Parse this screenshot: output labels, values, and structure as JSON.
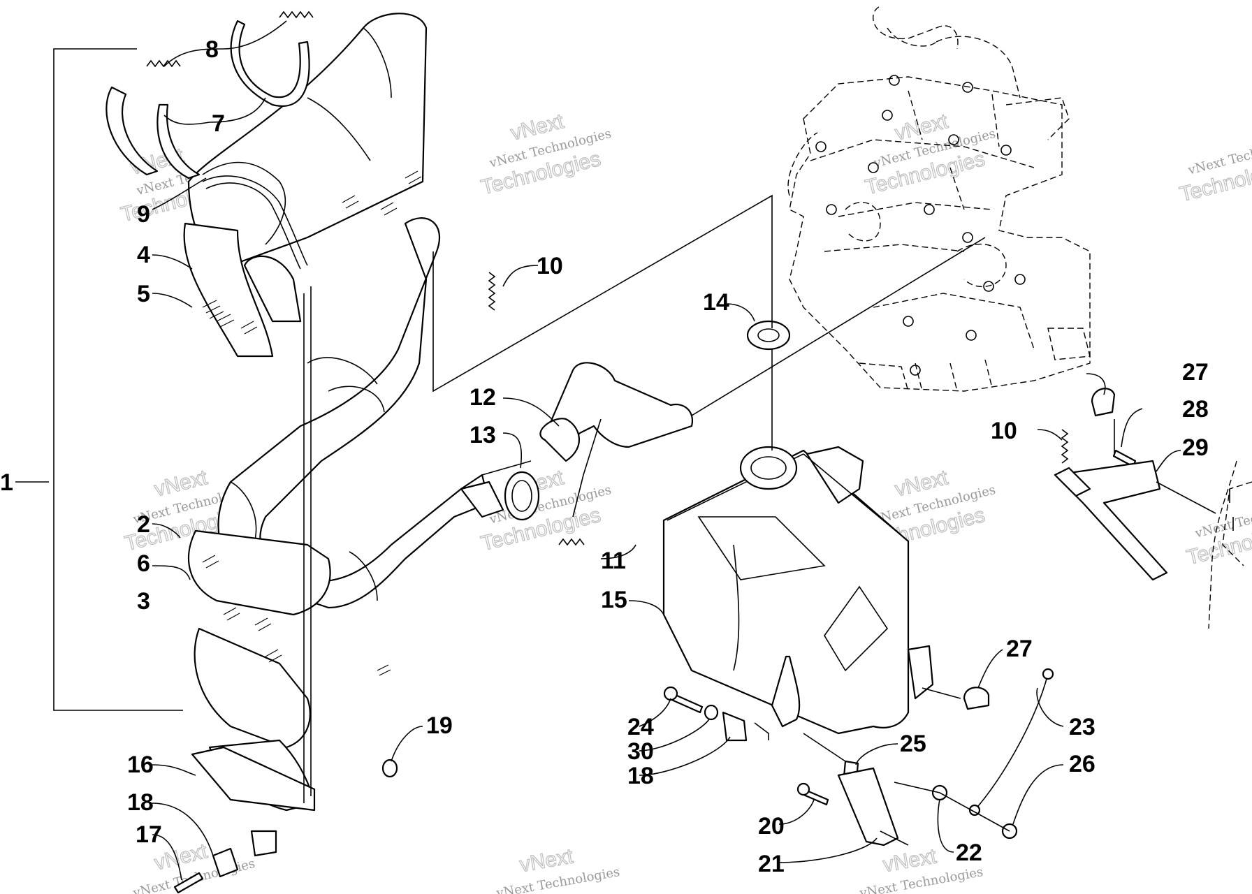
{
  "callouts": [
    {
      "id": "c1",
      "label": "1"
    },
    {
      "id": "c2",
      "label": "2"
    },
    {
      "id": "c3",
      "label": "3"
    },
    {
      "id": "c4",
      "label": "4"
    },
    {
      "id": "c5",
      "label": "5"
    },
    {
      "id": "c6",
      "label": "6"
    },
    {
      "id": "c7",
      "label": "7"
    },
    {
      "id": "c8",
      "label": "8"
    },
    {
      "id": "c9",
      "label": "9"
    },
    {
      "id": "c10a",
      "label": "10"
    },
    {
      "id": "c10b",
      "label": "10"
    },
    {
      "id": "c11",
      "label": "11"
    },
    {
      "id": "c12",
      "label": "12"
    },
    {
      "id": "c13",
      "label": "13"
    },
    {
      "id": "c14",
      "label": "14"
    },
    {
      "id": "c15",
      "label": "15"
    },
    {
      "id": "c16",
      "label": "16"
    },
    {
      "id": "c17",
      "label": "17"
    },
    {
      "id": "c18a",
      "label": "18"
    },
    {
      "id": "c18b",
      "label": "18"
    },
    {
      "id": "c19",
      "label": "19"
    },
    {
      "id": "c20",
      "label": "20"
    },
    {
      "id": "c21",
      "label": "21"
    },
    {
      "id": "c22",
      "label": "22"
    },
    {
      "id": "c23",
      "label": "23"
    },
    {
      "id": "c24",
      "label": "24"
    },
    {
      "id": "c25",
      "label": "25"
    },
    {
      "id": "c26",
      "label": "26"
    },
    {
      "id": "c27a",
      "label": "27"
    },
    {
      "id": "c27b",
      "label": "27"
    },
    {
      "id": "c28",
      "label": "28"
    },
    {
      "id": "c29",
      "label": "29"
    },
    {
      "id": "c30",
      "label": "30"
    }
  ],
  "watermark": {
    "line1": "vNext Technologies",
    "line2": "Technologies",
    "line3": "vNext"
  }
}
